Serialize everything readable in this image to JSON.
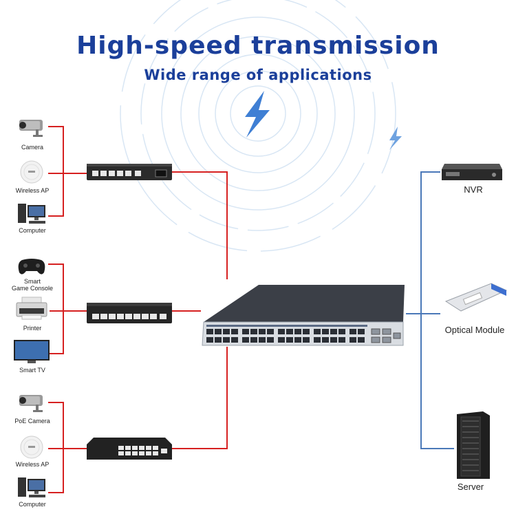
{
  "header": {
    "title": "High-speed transmission",
    "subtitle": "Wide range of applications"
  },
  "left_devices": {
    "camera": "Camera",
    "wireless_ap_1": "Wireless AP",
    "computer_1": "Computer",
    "game_console": "Smart\nGame Console",
    "printer": "Printer",
    "smart_tv": "Smart TV",
    "poe_camera": "PoE Camera",
    "wireless_ap_2": "Wireless AP",
    "computer_2": "Computer"
  },
  "right_devices": {
    "nvr": "NVR",
    "optical_module": "Optical Module",
    "server": "Server"
  },
  "colors": {
    "title": "#1b3f9a",
    "left_link": "#d62020",
    "right_link": "#4a78b8",
    "ripple": "#cfe0f2"
  },
  "icons": [
    "lightning-icon",
    "camera-icon",
    "wireless-ap-icon",
    "computer-icon",
    "gamepad-icon",
    "printer-icon",
    "tv-icon",
    "switch-icon",
    "core-switch-icon",
    "nvr-icon",
    "sfp-icon",
    "server-rack-icon"
  ]
}
